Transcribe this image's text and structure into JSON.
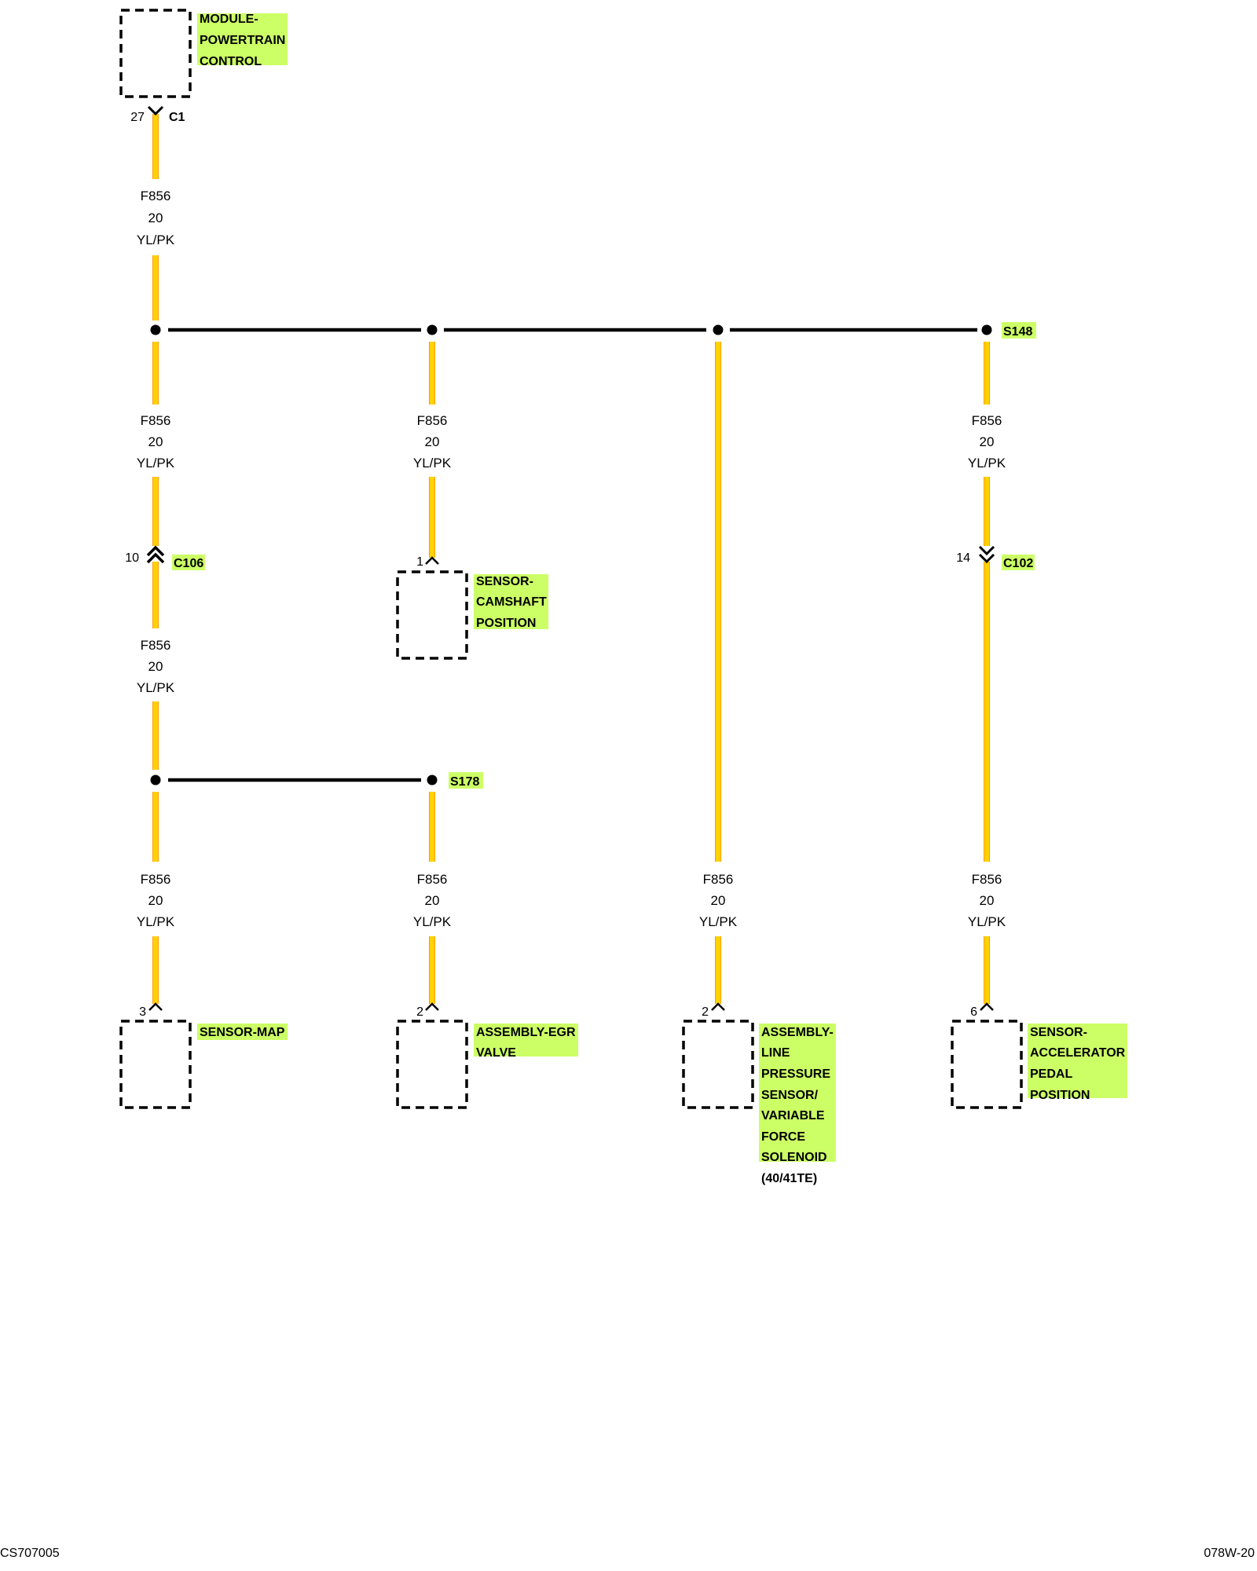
{
  "wire": {
    "circuit": "F856",
    "gauge": "20",
    "color": "YL/PK"
  },
  "colors": {
    "wire": "#ffd200",
    "wire_edge": "#ff9a00",
    "highlight": "#ccff66"
  },
  "components": {
    "pcm": [
      "MODULE-",
      "POWERTRAIN",
      "CONTROL"
    ],
    "cam": [
      "SENSOR-",
      "CAMSHAFT",
      "POSITION"
    ],
    "map": [
      "SENSOR-MAP"
    ],
    "egr": [
      "ASSEMBLY-EGR",
      "VALVE"
    ],
    "lps": [
      "ASSEMBLY-",
      "LINE",
      "PRESSURE",
      "SENSOR/",
      "VARIABLE",
      "FORCE",
      "SOLENOID"
    ],
    "lps_note": "(40/41TE)",
    "app": [
      "SENSOR-",
      "ACCELERATOR",
      "PEDAL",
      "POSITION"
    ]
  },
  "connectors": {
    "c1": "C1",
    "c106": "C106",
    "c102": "C102"
  },
  "splices": {
    "s148": "S148",
    "s178": "S178"
  },
  "pins": {
    "pcm": "27",
    "c106": "10",
    "cam": "1",
    "c102": "14",
    "map": "3",
    "egr": "2",
    "lps": "2",
    "app": "6"
  },
  "footer": {
    "left": "CS707005",
    "right": "078W-20"
  }
}
